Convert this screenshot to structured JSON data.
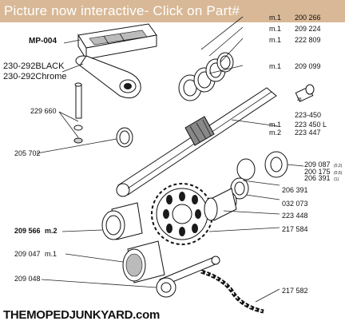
{
  "header": {
    "title": "Picture now interactive- Click on Part#",
    "color": "#d8b896"
  },
  "callouts": {
    "pedal": "MP-004",
    "crank_black": "230-292BLACK",
    "crank_chrome": "230-292Chrome"
  },
  "parts": [
    {
      "number": "200 266",
      "prefix": "m.1"
    },
    {
      "number": "209 224",
      "prefix": "m.1"
    },
    {
      "number": "222 809",
      "prefix": "m.1"
    },
    {
      "number": "209 099",
      "prefix": "m.1"
    },
    {
      "number": "229 660",
      "prefix": ""
    },
    {
      "number": "223-450",
      "prefix": ""
    },
    {
      "number": "223 450 L",
      "prefix": "m.1"
    },
    {
      "number": "223 447",
      "prefix": "m.2"
    },
    {
      "number": "205 702",
      "prefix": ""
    },
    {
      "number": "209 087",
      "prefix": "",
      "note": "(0,2)"
    },
    {
      "number": "200 175",
      "prefix": "",
      "note": "(0,5)"
    },
    {
      "number": "206 391",
      "prefix": "",
      "note": "(1)"
    },
    {
      "number": "206 391",
      "prefix": ""
    },
    {
      "number": "032 073",
      "prefix": ""
    },
    {
      "number": "223 448",
      "prefix": ""
    },
    {
      "number": "209 566",
      "prefix": "m.2"
    },
    {
      "number": "217 584",
      "prefix": ""
    },
    {
      "number": "209 047",
      "prefix": "m.1"
    },
    {
      "number": "209 048",
      "prefix": ""
    },
    {
      "number": "217 582",
      "prefix": ""
    }
  ],
  "part_tag": "28",
  "footer": {
    "text": "THEMOPEDJUNKYARD.com"
  }
}
